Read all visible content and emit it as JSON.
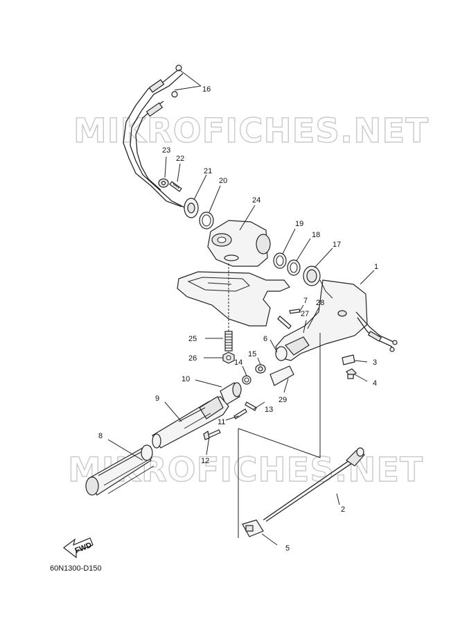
{
  "watermark": "MIKROFICHES.NET",
  "diagram_code": "60N1300-D150",
  "direction_label": "FWD",
  "callouts": [
    "1",
    "2",
    "3",
    "4",
    "5",
    "6",
    "7",
    "8",
    "9",
    "10",
    "11",
    "12",
    "13",
    "14",
    "15",
    "16",
    "17",
    "18",
    "19",
    "20",
    "21",
    "22",
    "23",
    "24",
    "25",
    "26",
    "27",
    "28",
    "29"
  ]
}
